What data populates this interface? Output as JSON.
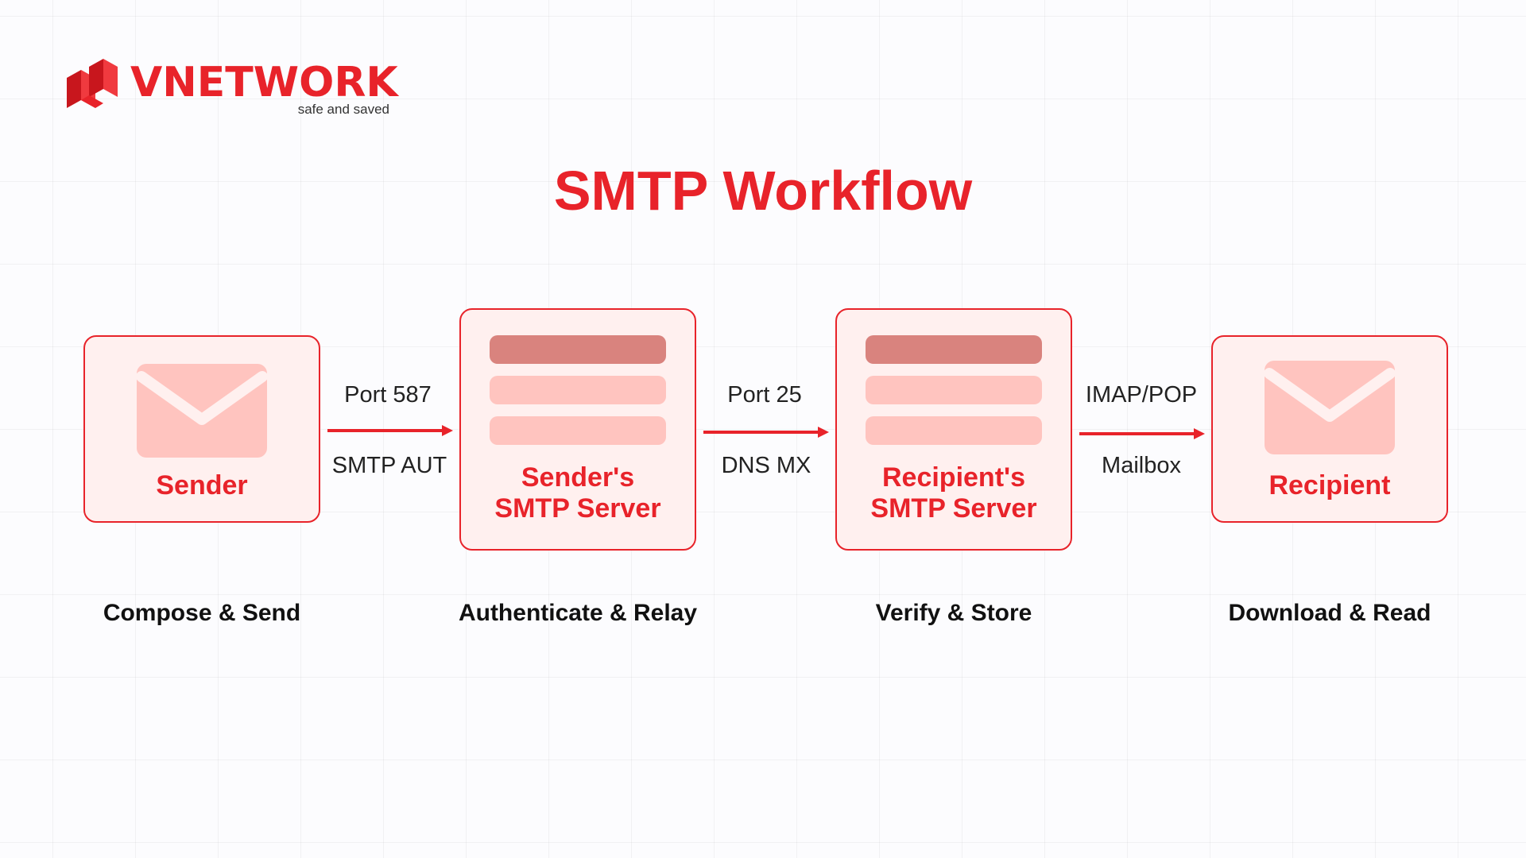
{
  "brand": {
    "name": "VNETWORK",
    "tagline": "safe and saved",
    "color": "#e8232a",
    "icon": "vnetwork-logo-icon"
  },
  "title": "SMTP Workflow",
  "nodes": [
    {
      "label": "Sender",
      "icon": "envelope-icon"
    },
    {
      "label_line1": "Sender's",
      "label_line2": "SMTP Server",
      "icon": "server-stack-icon"
    },
    {
      "label_line1": "Recipient's",
      "label_line2": "SMTP Server",
      "icon": "server-stack-icon"
    },
    {
      "label": "Recipient",
      "icon": "envelope-icon"
    }
  ],
  "connections": [
    {
      "top": "Port 587",
      "bottom": "SMTP AUT"
    },
    {
      "top": "Port 25",
      "bottom": "DNS MX"
    },
    {
      "top": "IMAP/POP",
      "bottom": "Mailbox"
    }
  ],
  "captions": [
    "Compose & Send",
    "Authenticate & Relay",
    "Verify & Store",
    "Download & Read"
  ],
  "colors": {
    "accent": "#e8232a",
    "box_fill": "#fff0ef",
    "icon_fill": "#ffc4bf",
    "server_bar_dark": "#d9837e"
  }
}
